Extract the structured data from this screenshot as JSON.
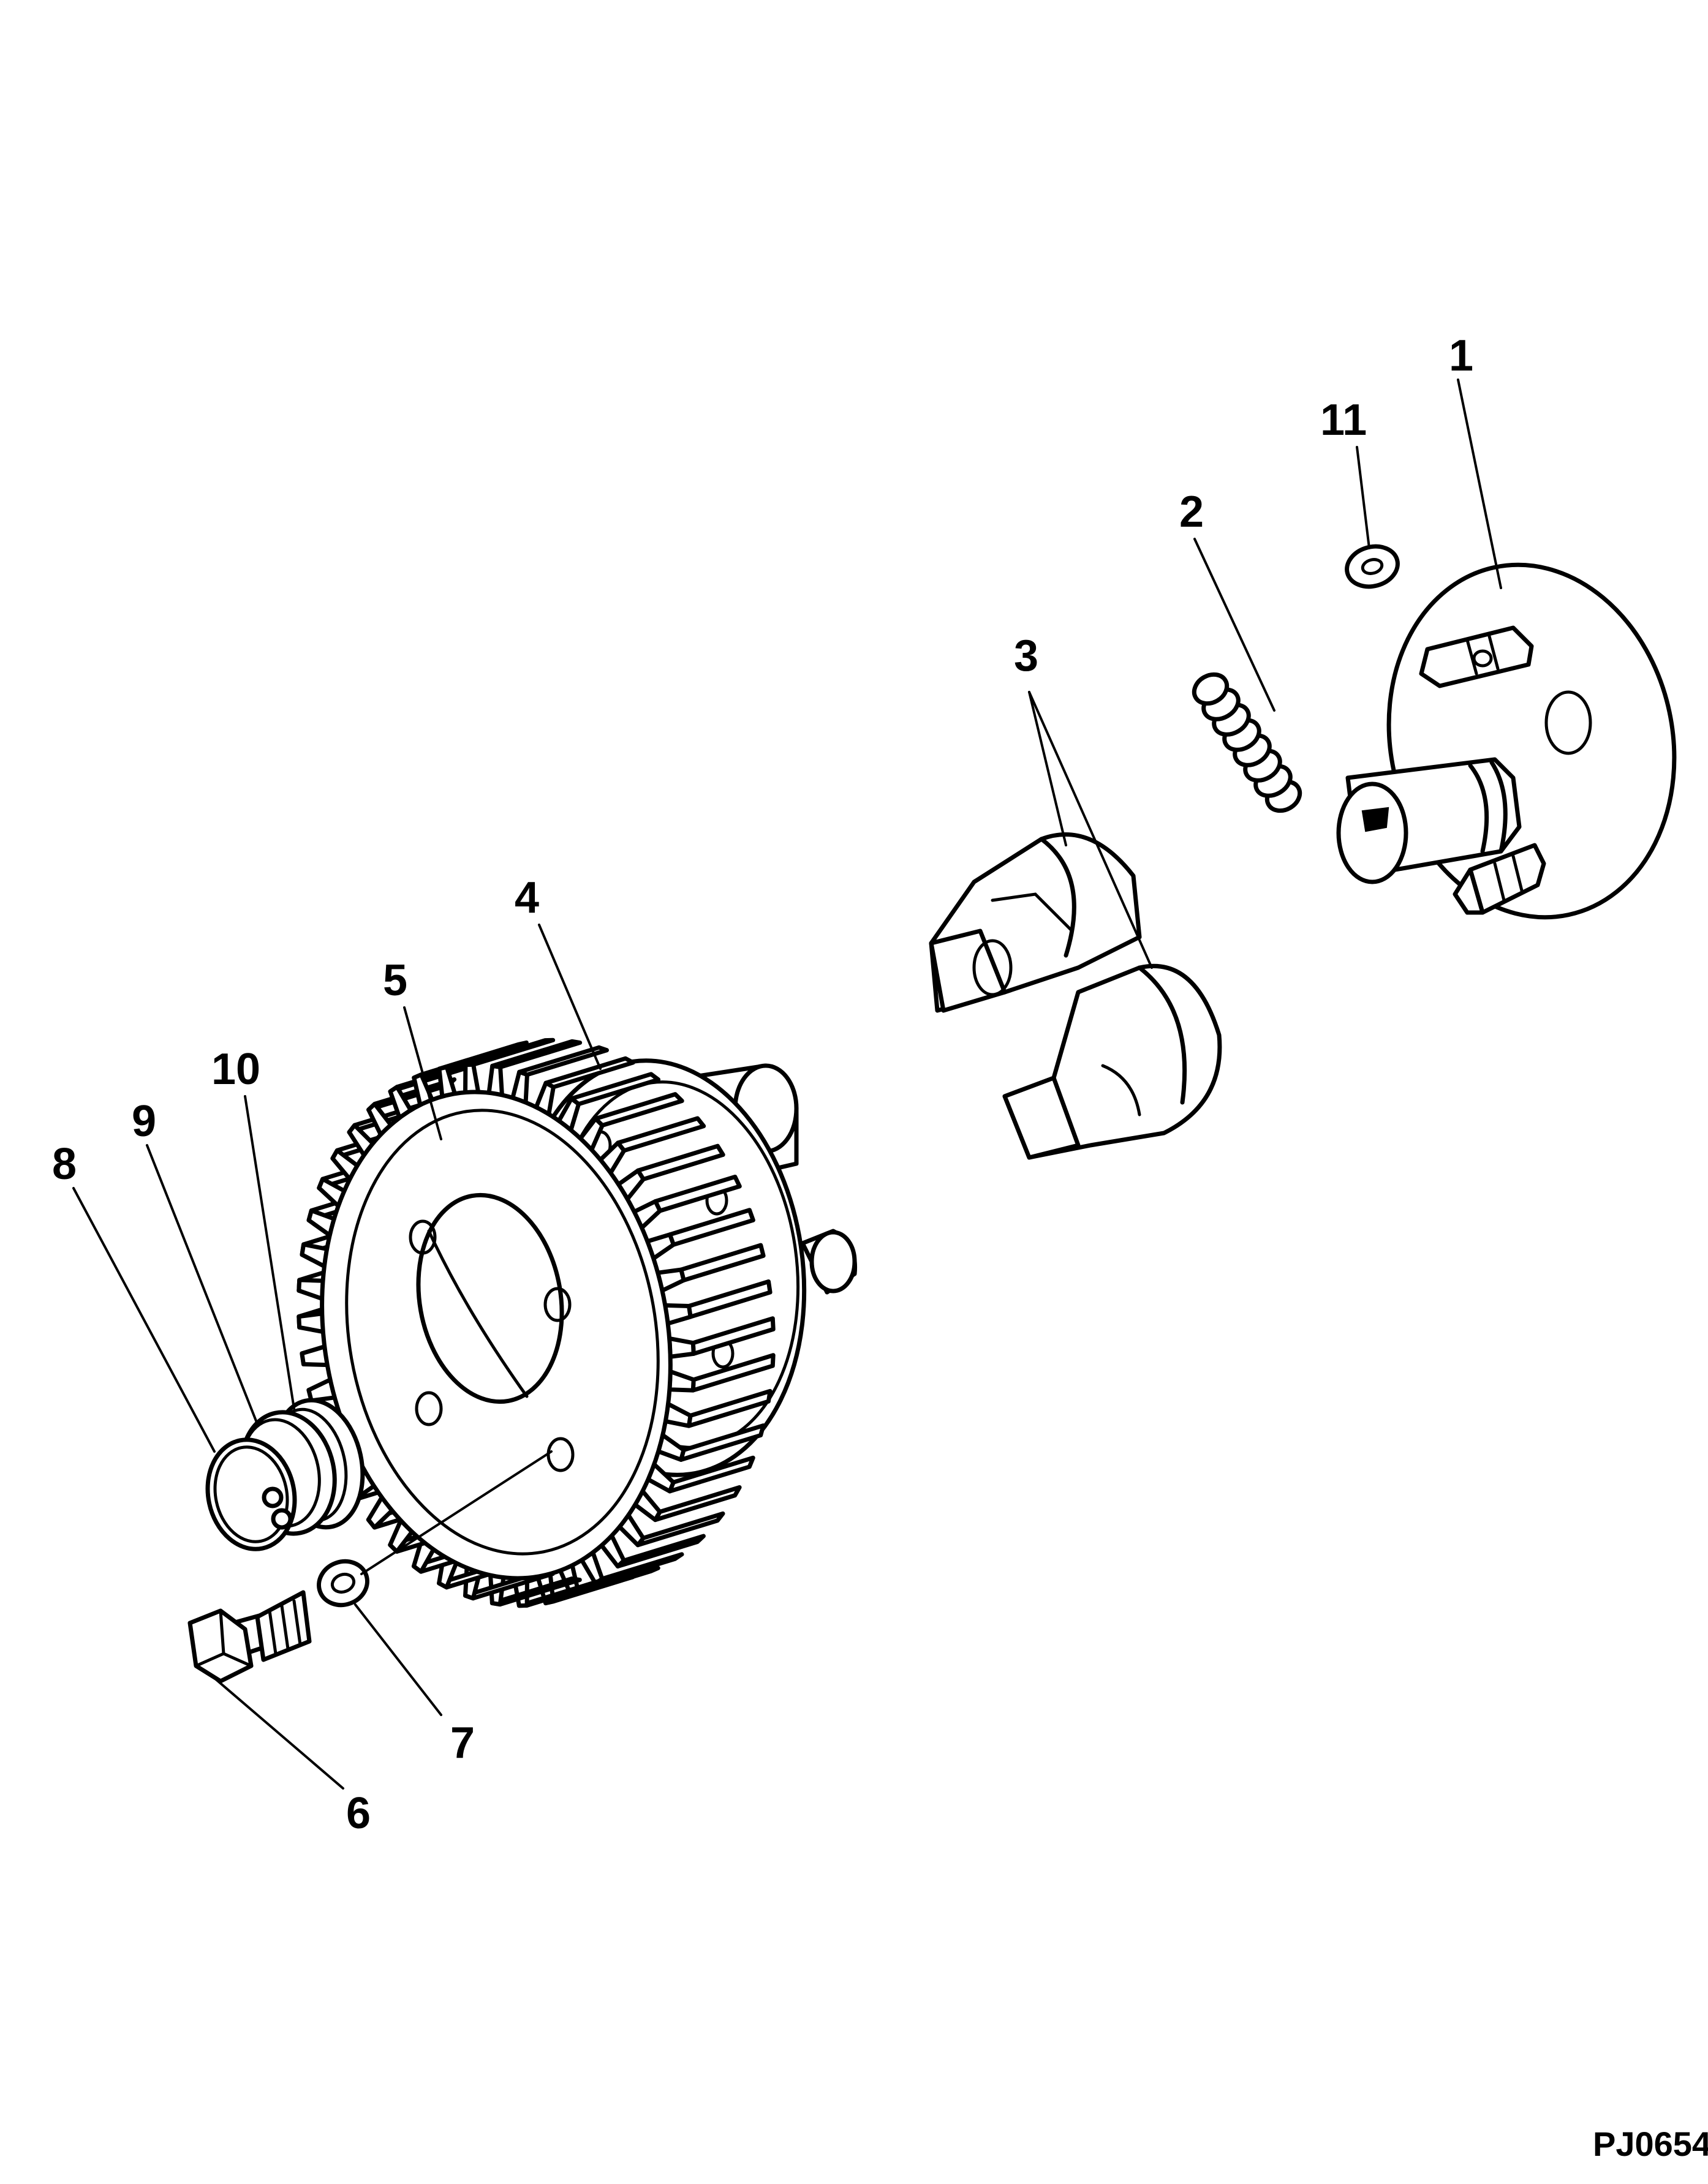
{
  "diagram": {
    "reference_code": "PJ0654",
    "callouts": [
      "1",
      "2",
      "3",
      "4",
      "5",
      "6",
      "7",
      "8",
      "9",
      "10",
      "11"
    ]
  }
}
